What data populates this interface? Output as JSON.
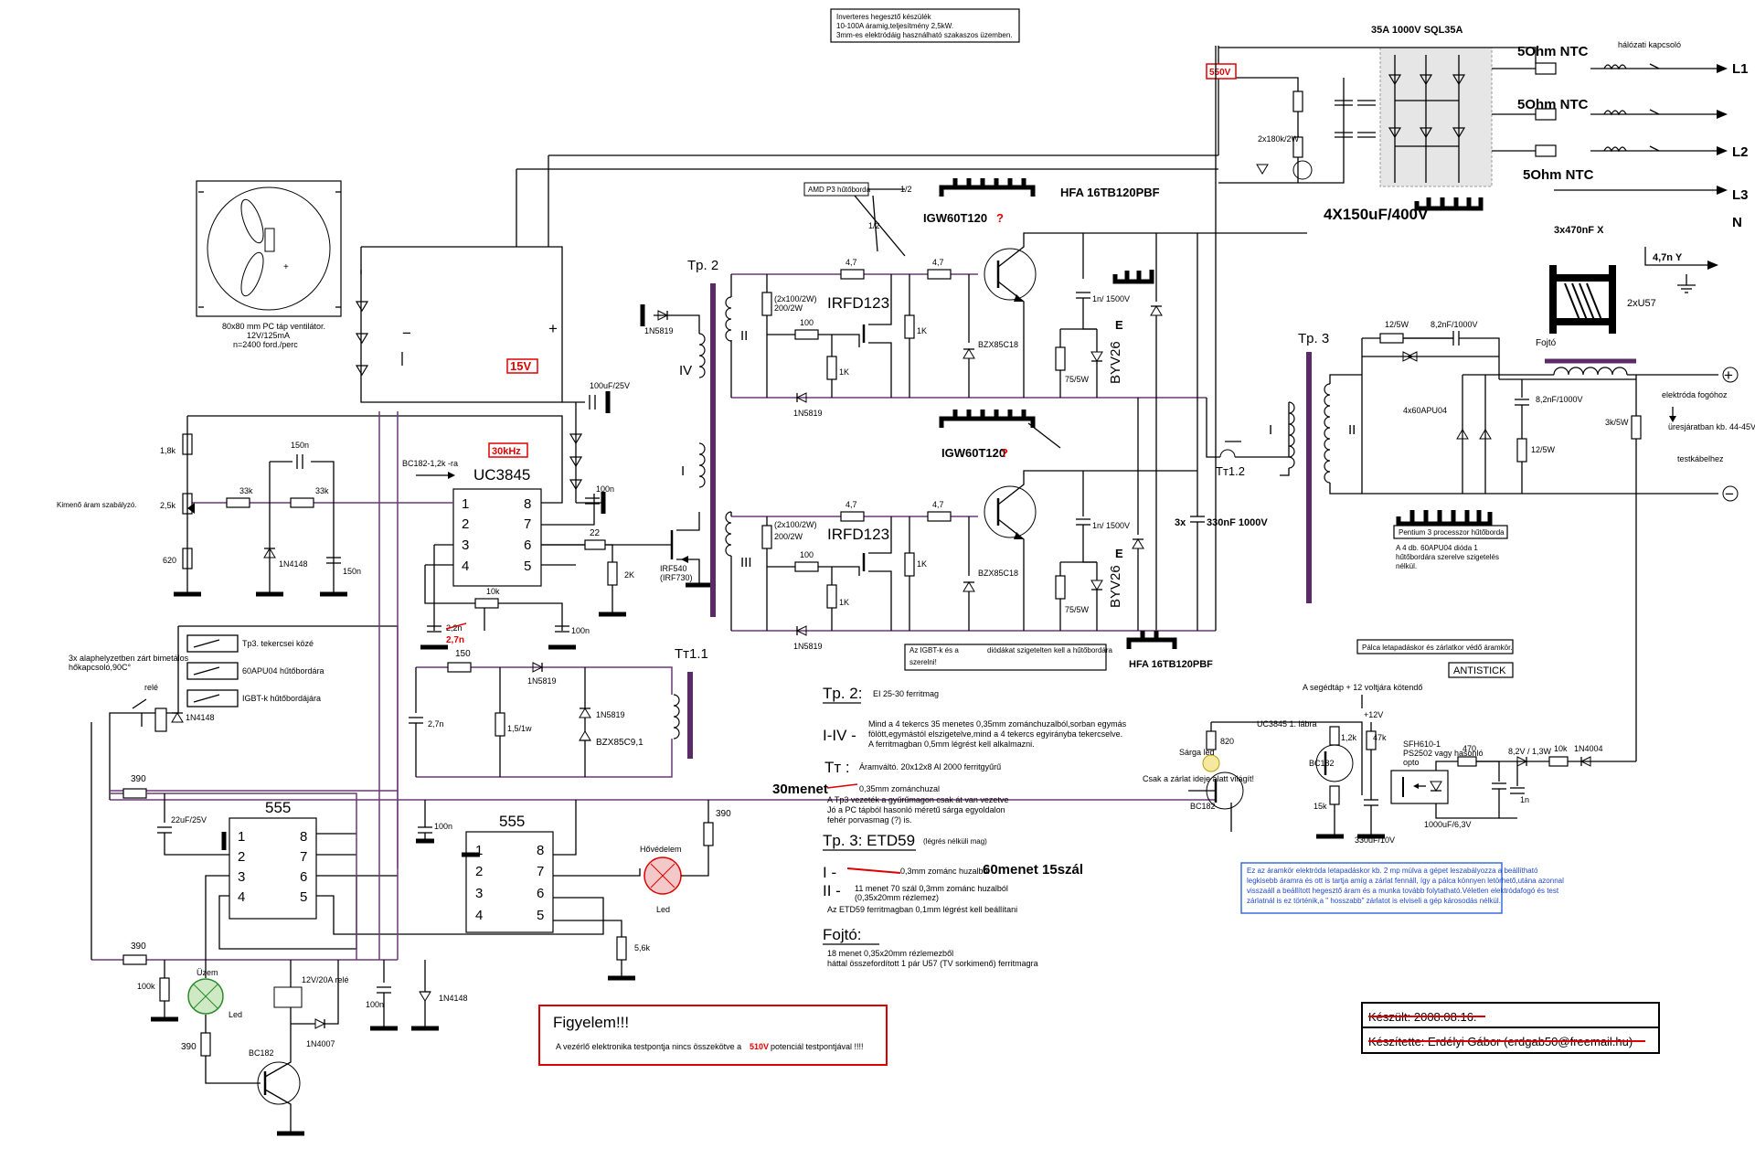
{
  "header_note": {
    "line1": "Inverteres hegesztő készülék",
    "line2": "10-100A  áramig,teljesítmény 2,5kW.",
    "line3": "3mm-es elektródáig használható szakaszos üzemben."
  },
  "mains": {
    "rectifier": "35A 1000V SQL35A",
    "ntc1": "5Ohm NTC",
    "ntc2": "5Ohm NTC",
    "ntc3": "5Ohm NTC",
    "switch": "hálózati kapcsoló",
    "L1": "L1",
    "L2": "L2",
    "L3": "L3",
    "N": "N",
    "caps": "4X150uF/400V",
    "xcaps": "3x470nF X",
    "ycap": "4,7n Y",
    "bleed": "2x180k/2W",
    "v550": "550V",
    "choke": "2xU57"
  },
  "fan": {
    "l1": "80x80 mm PC táp ventilátor.",
    "l2": "12V/125mA",
    "l3": "n=2400 ford./perc",
    "minus": "−",
    "plus": "+",
    "v15": "15V"
  },
  "controller": {
    "ic": "UC3845",
    "freq": "30kHz",
    "bc": "BC182-1,2k -ra",
    "c150a": "150n",
    "c150b": "150n",
    "r18k": "1,8k",
    "r25k": "2,5k",
    "r620": "620",
    "r33a": "33k",
    "r33b": "33k",
    "d1n4148": "1N4148",
    "adjust": "Kimenő áram szabályzó.",
    "r10k": "10k",
    "c22n": "2,2n",
    "c27n": "2,7n",
    "c100n": "100n",
    "r22": "22",
    "r2k": "2K",
    "mosfet1": "IRF540",
    "mosfet2": "(IRF730)",
    "c100uf": "100uF/25V",
    "c100n2": "100n",
    "d5819": "1N5819",
    "pins_left": [
      "1",
      "2",
      "3",
      "4"
    ],
    "pins_right": [
      "8",
      "7",
      "6",
      "5"
    ]
  },
  "driver": {
    "tp2": "Tp. 2",
    "pr": "II",
    "p4": "IV",
    "p1": "I",
    "p3": "III",
    "r100": "100",
    "r47a": "4,7",
    "r47b": "4,7",
    "r47c": "4,7",
    "r47d": "4,7",
    "r1k": "1K",
    "r1k2": "1K",
    "r1k3": "1K",
    "r1k4": "1K",
    "rpar": "(2x100/2W)",
    "rpar2": "200/2W",
    "irfd": "IRFD123",
    "zen": "BZX85C18",
    "d5819": "1N5819",
    "igbt1": "IGW60T120",
    "igbt2": "IGW60T120",
    "q": "?",
    "hfa1": "HFA 16TB120PBF",
    "hfa2": "HFA 16TB120PBF",
    "byv": "BYV26",
    "e": "E",
    "c1n": "1n/",
    "v1500": "1500V",
    "r75": "75/5W",
    "amd": "AMD P3 hűtőborda",
    "half": "1/2",
    "c3x": "3x",
    "c330": "330nF 1000V",
    "tt12": "Tт1.2",
    "igbt_note1": "Az IGBT-k és a",
    "igbt_note2": "diódákat szigetelten kell a hűtőbordára",
    "igbt_note3": "szerelni!"
  },
  "output": {
    "tp3": "Tp. 3",
    "pI": "I",
    "pII": "II",
    "r12": "12/5W",
    "c82": "8,2nF/1000V",
    "c82b": "8,2nF/1000V",
    "diodes": "4x60APU04",
    "r3k": "3k/5W",
    "r12b": "12/5W",
    "fojto": "Fojtó",
    "elec": "elektróda fogóhoz",
    "idle": "üresjáratban kb. 44-45V",
    "work": "testkábelhez",
    "plus": "+",
    "minus": "−",
    "pentium": "Pentium 3 processzor hűtőborda",
    "note1": "A 4 db. 60APU04 dióda 1",
    "note2": "hűtőbordára szerelve szigetelés",
    "note3": "nélkül."
  },
  "thermal": {
    "title1": "3x alaphelyzetben zárt bimetálos",
    "title2": "hőkapcsoló,90C°",
    "s1": "Tp3.  tekercsei közé",
    "s2": "60APU04 hűtőbordára",
    "s3": "IGBT-k  hűtőbordájára",
    "rele": "relé",
    "d": "1N4148"
  },
  "tt11": {
    "name": "Tт1.1",
    "r150": "150",
    "d1": "1N5819",
    "d2": "1N5819",
    "z": "BZX85C9,1",
    "c27": "2,7n",
    "r15": "1,5/1w"
  },
  "timers": {
    "t1": "555",
    "t2": "555",
    "r390a": "390",
    "r390b": "390",
    "r390c": "390",
    "r390d": "390",
    "c22u": "22uF/25V",
    "c100n": "100n",
    "c100n2": "100n",
    "r56": "5,6k",
    "r100k": "100k",
    "uzem": "Üzem",
    "led": "Led",
    "led2": "Led",
    "hiba": "Hővédelem",
    "rel20": "12V/20A relé",
    "d4007": "1N4007",
    "d4148": "1N4148",
    "bc182": "BC182",
    "pl": [
      "1",
      "2",
      "3",
      "4"
    ],
    "pr": [
      "8",
      "7",
      "6",
      "5"
    ]
  },
  "windings": {
    "tp2_title": "Tp. 2:",
    "tp2_core": "EI 25-30 ferritmag",
    "i_iv": "I-IV -",
    "i_iv_1": "Mind a 4 tekercs 35 menetes 0,35mm zománchuzalból,sorban egymás",
    "i_iv_2": "fölött,egymástól elszigetelve,mind a 4 tekercs egyirányba tekercselve.",
    "i_iv_3": "A ferritmagban 0,5mm légrést kell alkalmazni.",
    "tt_title": "Tт :",
    "tt_core": "Áramváltó. 20x12x8 Al 2000 ferritgyűrű",
    "menet30": "30menet",
    "tt_1": "0,35mm zománchuzal",
    "tt_2": "A Tp3 vezeték a gyűrűmagon csak át van vezetve",
    "tt_3": "Jó a PC tápból hasonló méretű sárga egyoldalon",
    "tt_4": "fehér porvasmag (?) is.",
    "tp3_title": "Tp. 3: ETD59",
    "tp3_gap": "(légrés nélküli mag)",
    "i": "I -",
    "i_1": "0,3mm zománc huzalból",
    "menet60": "60menet 15szál",
    "ii": "II -",
    "ii_1": "11 menet 70 szál 0,3mm zománc huzalból",
    "ii_2": "(0,35x20mm rézlemez)",
    "ii_3": "Az ETD59 ferritmagban 0,1mm légrést kell beállítani",
    "fojto_title": "Fojtó:",
    "fojto_1": "18 menet 0,35x20mm rézlemezből",
    "fojto_2": "háttal összefordított 1 pár U57 (TV sorkimenő) ferritmagra"
  },
  "antistick": {
    "note": "Pálca letapadáskor és zárlatkor védő áramkör.",
    "title": "ANTISTICK",
    "aux": "A segédtáp + 12 voltjára kötendő",
    "v12": "+12V",
    "uc": "UC3845  1. lábra",
    "r820": "820",
    "r12k": "1,2k",
    "r47k": "47k",
    "r15k": "15k",
    "c330": "330uF/10V",
    "c1000": "1000uF/6,3V",
    "sfh1": "SFH610-1",
    "sfh2": "PS2502 vagy hasonló",
    "sfh3": "opto",
    "r470": "470",
    "r10k": "10k",
    "z82": "8,2V / 1,3W",
    "d4004": "1N4004",
    "c1n": "1n",
    "bc1": "BC182",
    "bc2": "BC182",
    "led": "Sárga led",
    "led2": "Csak a zárlat ideje alatt világít!",
    "info1": "Ez az áramkör elektróda letapadáskor kb. 2 mp múlva a gépet leszabályozza a beállítható",
    "info2": "legkisebb áramra és ott is tartja amíg a zárlat fennáll, így a pálca könnyen letörhető,utána azonnal",
    "info3": "visszaáll a beállított hegesztő áram és a munka tovább folytatható.Véletlen elektródafogó és test",
    "info4": "zárlatnál is ez történik,a \" hosszabb\"  zárlatot is elviseli a gép károsodás nélkül."
  },
  "warning": {
    "title": "Figyelem!!!",
    "text_pre": "A vezérlő elektronika testpontja nincs összekötve a",
    "text_v": "510V",
    "text_post": "potenciál testpontjával !!!!"
  },
  "credits": {
    "made": "Készült: 2008.08.16.",
    "author": "Készítette: Erdélyi Gábor  (erdgab50@freemail.hu)"
  }
}
